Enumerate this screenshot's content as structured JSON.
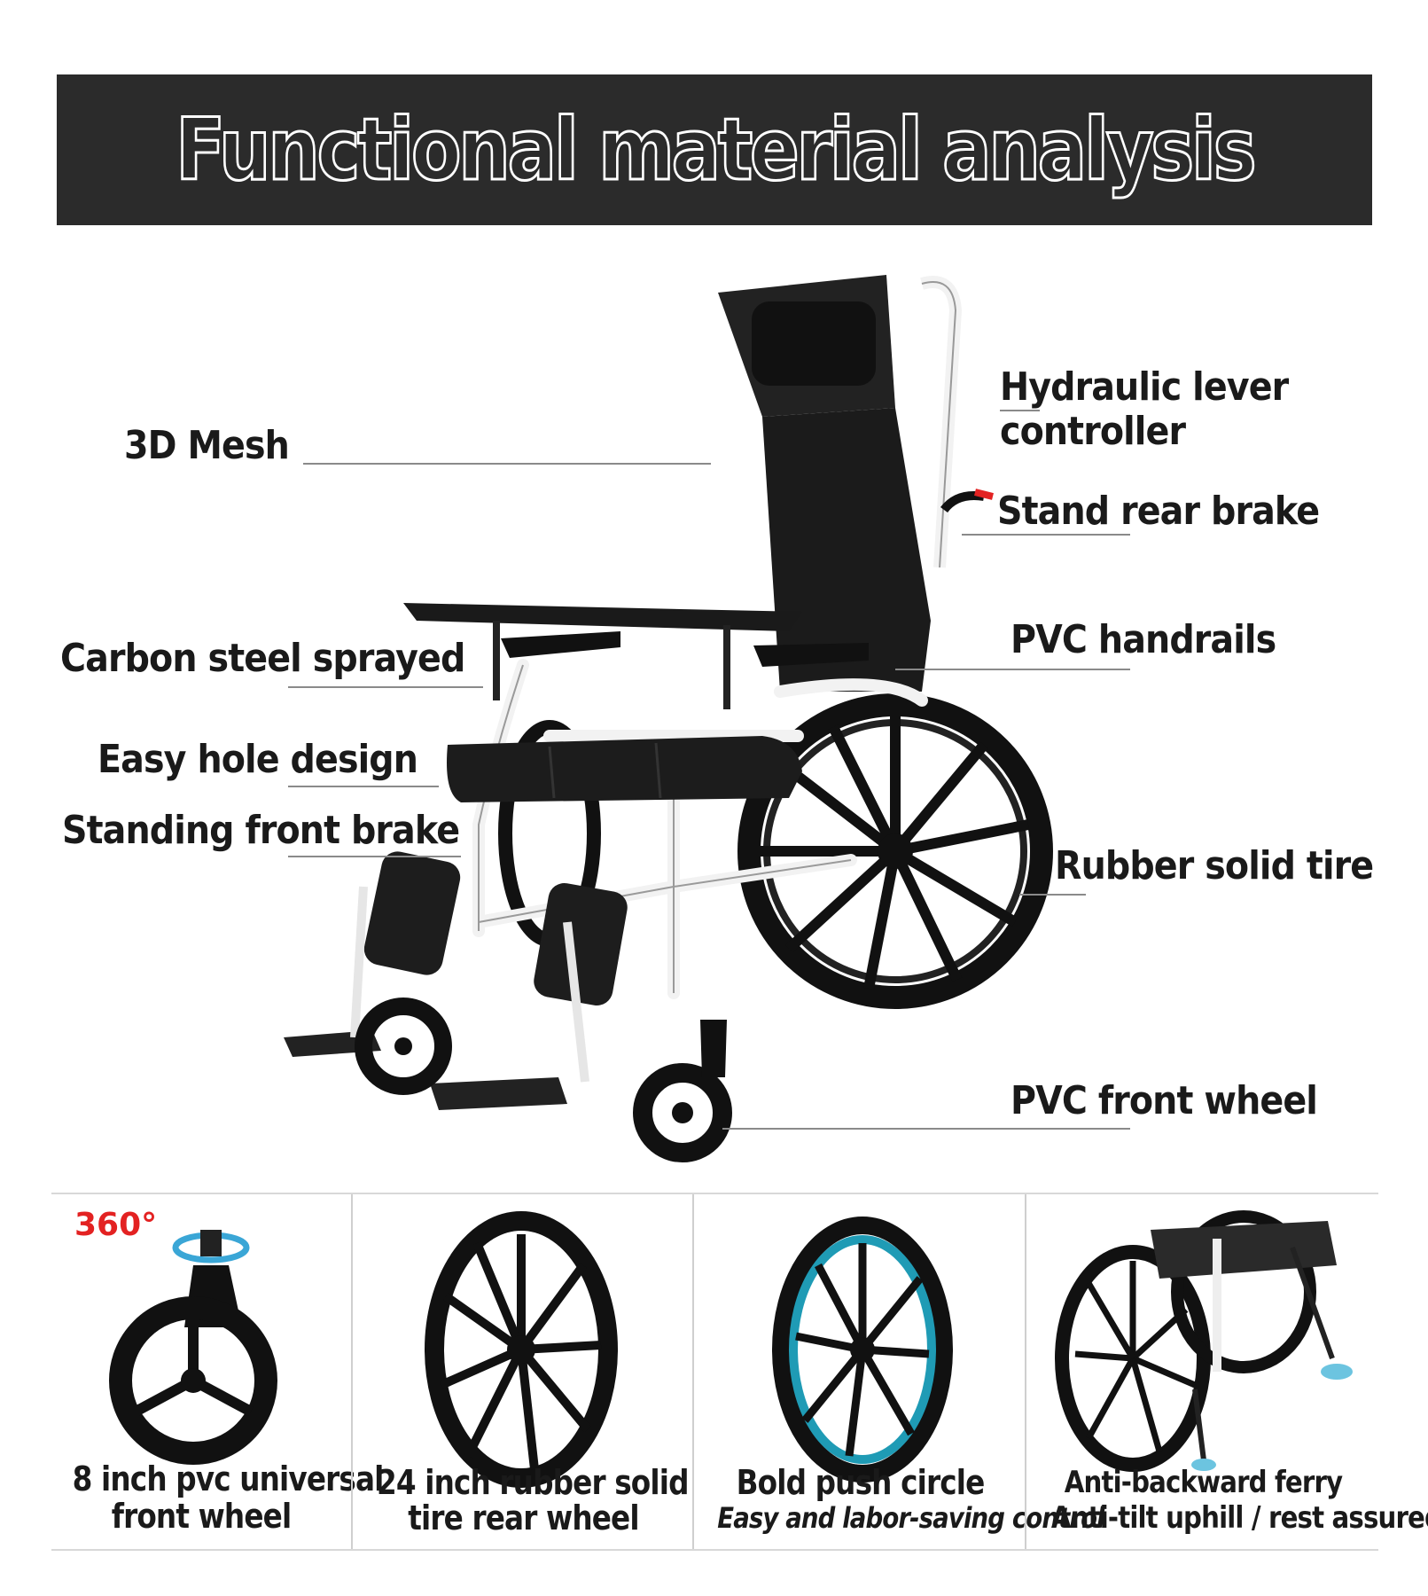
{
  "banner": {
    "title": "Functional material analysis"
  },
  "callouts": {
    "mesh": "3D Mesh",
    "hydraulic": "Hydraulic lever\ncontroller",
    "rear_brake": "Stand rear brake",
    "carbon": "Carbon steel sprayed",
    "handrails": "PVC handrails",
    "hole": "Easy hole design",
    "front_brake": "Standing front brake",
    "tire": "Rubber solid tire",
    "front_wheel": "PVC front wheel"
  },
  "panels": [
    {
      "line1": "8 inch pvc universal",
      "line2": "front wheel",
      "badge": "360°"
    },
    {
      "line1": "24 inch rubber solid",
      "line2": "tire rear wheel"
    },
    {
      "line1": "Bold push circle",
      "line2": "Easy and labor-saving control"
    },
    {
      "line1": "Anti-backward ferry",
      "line2": "Anti-tilt uphill / rest assured"
    }
  ],
  "colors": {
    "banner": "#2b2b2b",
    "accent_red": "#e32222",
    "push_ring": "#1f9bb5",
    "frame": "#f2f2f2"
  }
}
